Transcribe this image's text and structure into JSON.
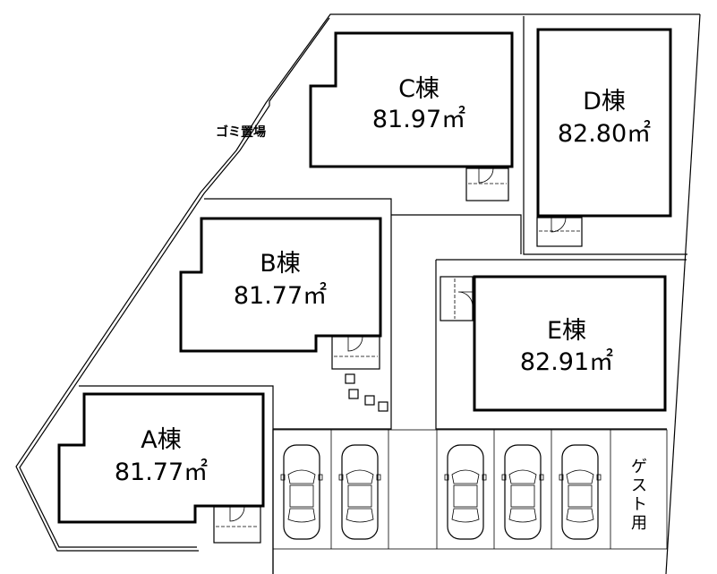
{
  "plan": {
    "buildings": [
      {
        "id": "A",
        "name": "A棟",
        "area": "81.77㎡"
      },
      {
        "id": "B",
        "name": "B棟",
        "area": "81.77㎡"
      },
      {
        "id": "C",
        "name": "C棟",
        "area": "81.97㎡"
      },
      {
        "id": "D",
        "name": "D棟",
        "area": "82.80㎡"
      },
      {
        "id": "E",
        "name": "E棟",
        "area": "82.91㎡"
      }
    ],
    "garbage_label": "ゴミ置場",
    "guest_label": [
      "ゲ",
      "ス",
      "ト",
      "用"
    ],
    "parking_spaces": 7,
    "cars_drawn": 5
  }
}
